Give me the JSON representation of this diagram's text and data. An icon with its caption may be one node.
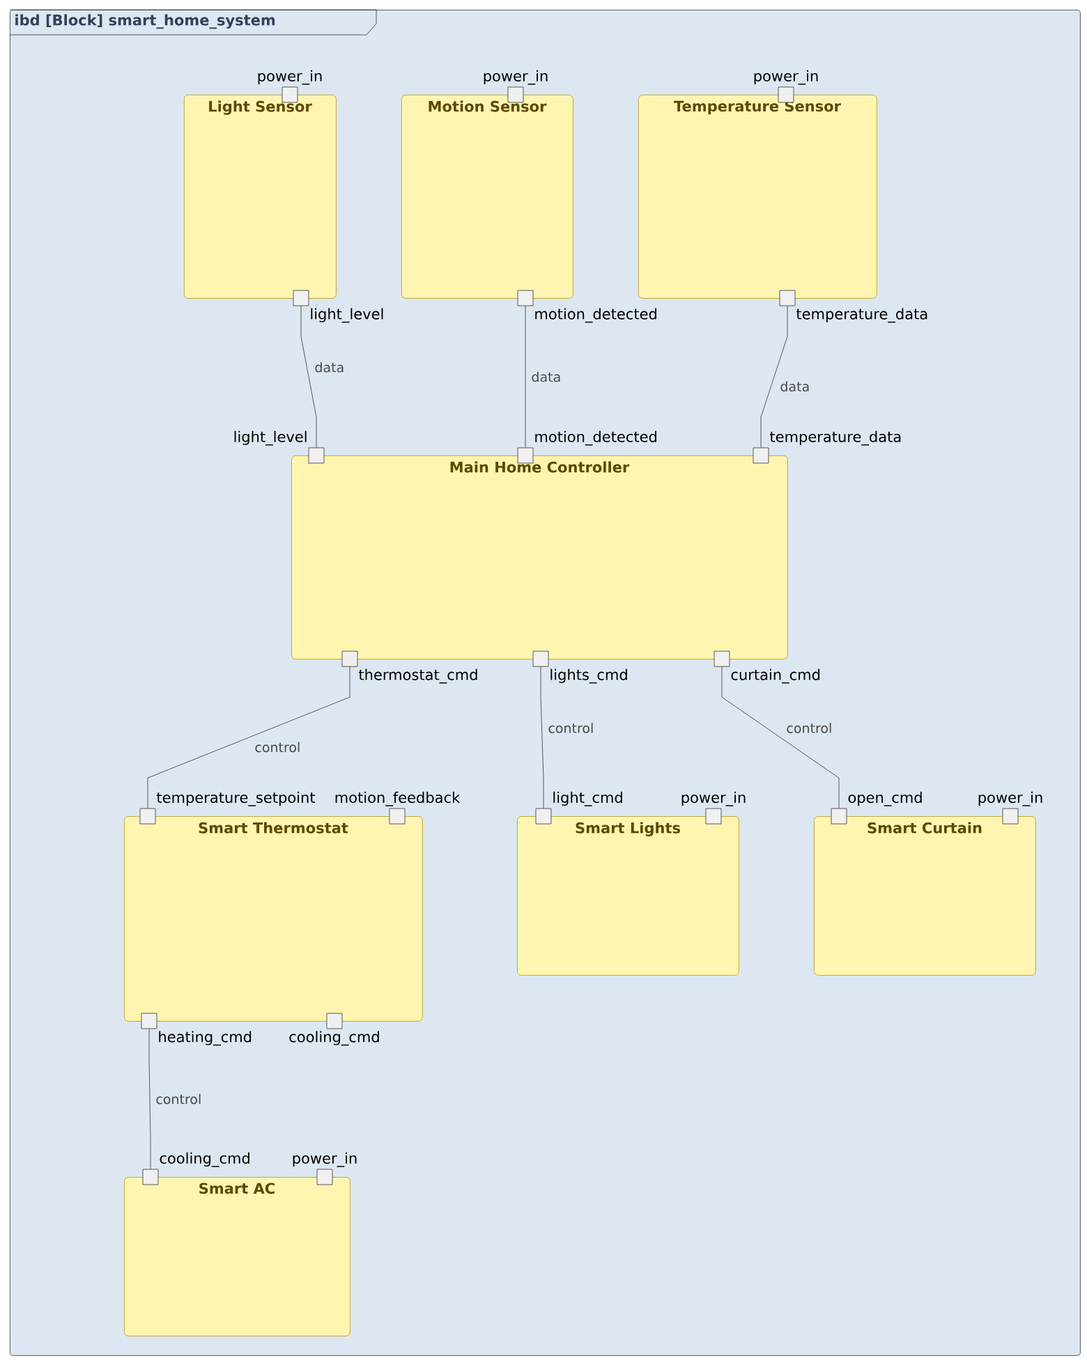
{
  "diagram": {
    "nodes": [
      {
        "text": [
          "ibd [Block] smart_home_system"
        ]
      },
      {
        "text": [
          "Light Sensor"
        ],
        "in": 0
      },
      {
        "text": [
          "power_in"
        ],
        "in": 1
      },
      {
        "text": [
          "light_level"
        ],
        "in": 1
      },
      {
        "text": [
          "Motion Sensor"
        ],
        "in": 0
      },
      {
        "text": [
          "power_in"
        ],
        "in": 4
      },
      {
        "text": [
          "motion_detected"
        ],
        "in": 4
      },
      {
        "text": [
          "Temperature Sensor"
        ],
        "in": 0
      },
      {
        "text": [
          "power_in"
        ],
        "in": 7
      },
      {
        "text": [
          "temperature_data"
        ],
        "in": 7
      },
      {
        "text": [
          "Main Home Controller"
        ],
        "in": 0
      },
      {
        "text": [
          "light_level"
        ],
        "in": 10
      },
      {
        "text": [
          "motion_detected"
        ],
        "in": 10
      },
      {
        "text": [
          "temperature_data"
        ],
        "in": 10
      },
      {
        "text": [
          "thermostat_cmd"
        ],
        "in": 10
      },
      {
        "text": [
          "lights_cmd"
        ],
        "in": 10
      },
      {
        "text": [
          "curtain_cmd"
        ],
        "in": 10
      },
      {
        "text": [
          "Smart Thermostat"
        ],
        "in": 0
      },
      {
        "text": [
          "temperature_setpoint"
        ],
        "in": 17
      },
      {
        "text": [
          "motion_feedback"
        ],
        "in": 17
      },
      {
        "text": [
          "heating_cmd"
        ],
        "in": 17
      },
      {
        "text": [
          "cooling_cmd"
        ],
        "in": 17
      },
      {
        "text": [
          "Smart Lights"
        ],
        "in": 0
      },
      {
        "text": [
          "light_cmd"
        ],
        "in": 22
      },
      {
        "text": [
          "power_in"
        ],
        "in": 22
      },
      {
        "text": [
          "Smart Curtain"
        ],
        "in": 0
      },
      {
        "text": [
          "open_cmd"
        ],
        "in": 25
      },
      {
        "text": [
          "power_in"
        ],
        "in": 25
      },
      {
        "text": [
          "Smart AC"
        ],
        "in": 0
      },
      {
        "text": [
          "cooling_cmd"
        ],
        "in": 28
      },
      {
        "text": [
          "power_in"
        ],
        "in": 28
      }
    ],
    "edges": [
      {
        "from": 3,
        "to": 11,
        "arrow": "none",
        "label": "data"
      },
      {
        "from": 6,
        "to": 12,
        "arrow": "none",
        "label": "data"
      },
      {
        "from": 9,
        "to": 13,
        "arrow": "none",
        "label": "data"
      },
      {
        "from": 14,
        "to": 18,
        "arrow": "none",
        "label": "control"
      },
      {
        "from": 15,
        "to": 23,
        "arrow": "none",
        "label": "control"
      },
      {
        "from": 16,
        "to": 26,
        "arrow": "none",
        "label": "control"
      },
      {
        "from": 20,
        "to": 29,
        "arrow": "none",
        "label": "control"
      }
    ]
  }
}
